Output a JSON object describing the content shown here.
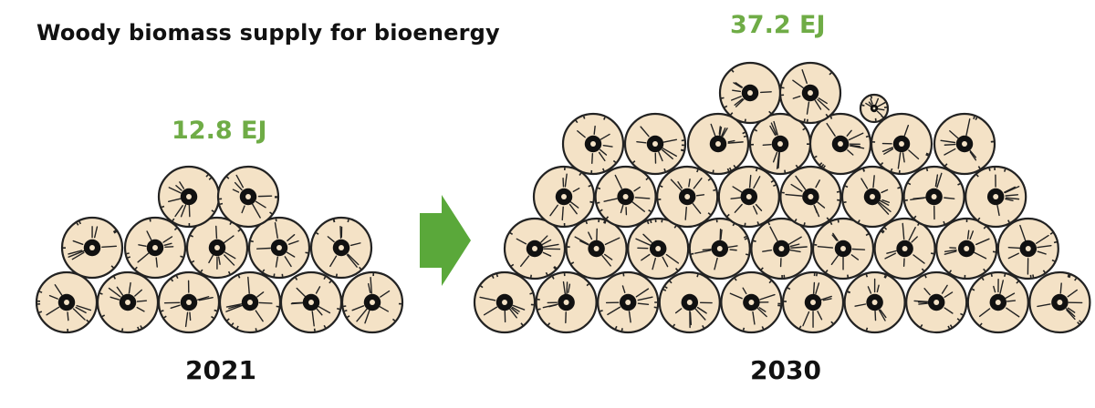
{
  "title": "Woody biomass supply for bioenergy",
  "colors": {
    "accent": "#6fac46",
    "log_fill": "#f4e2c6",
    "log_stroke": "#222222",
    "arrow": "#5aa83a",
    "text": "#111111"
  },
  "chart_data": {
    "type": "bar",
    "title": "Woody biomass supply for bioenergy",
    "unit": "EJ",
    "categories": [
      "2021",
      "2030"
    ],
    "values": [
      12.8,
      37.2
    ],
    "value_labels": [
      "12.8 EJ",
      "37.2 EJ"
    ],
    "xlabel": "",
    "ylabel": ""
  }
}
